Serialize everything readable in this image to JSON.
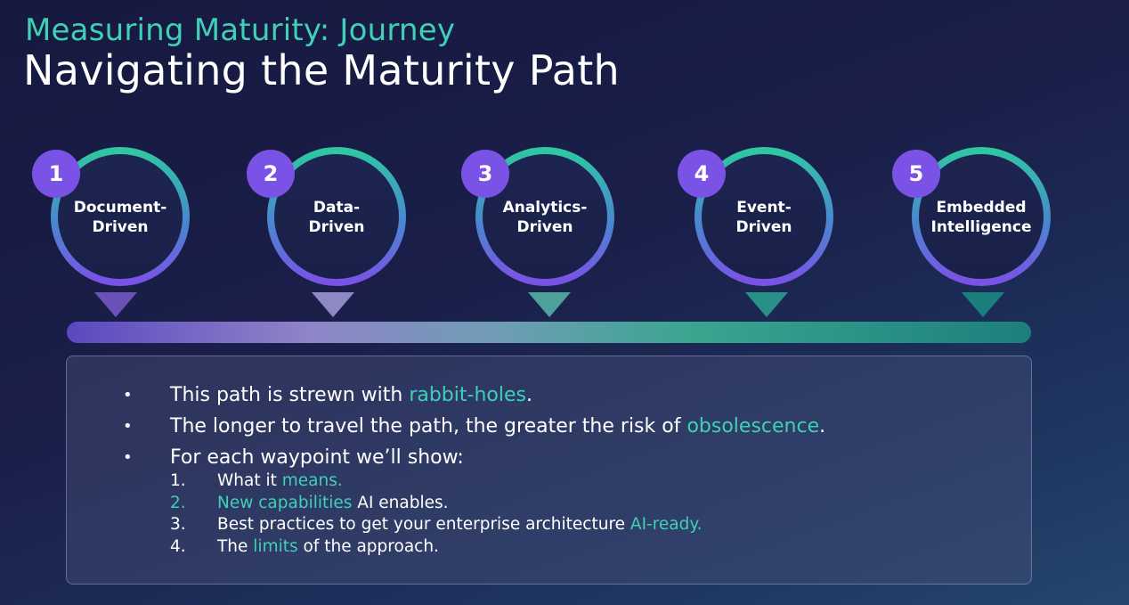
{
  "header": {
    "subtitle": "Measuring Maturity: Journey",
    "title": "Navigating the Maturity Path"
  },
  "stages": [
    {
      "number": "1",
      "label_line1": "Document-",
      "label_line2": "Driven"
    },
    {
      "number": "2",
      "label_line1": "Data-",
      "label_line2": "Driven"
    },
    {
      "number": "3",
      "label_line1": "Analytics-",
      "label_line2": "Driven"
    },
    {
      "number": "4",
      "label_line1": "Event-",
      "label_line2": "Driven"
    },
    {
      "number": "5",
      "label_line1": "Embedded",
      "label_line2": "Intelligence"
    }
  ],
  "bullets": [
    {
      "marker": "•",
      "pre": "This path is strewn with ",
      "accent": "rabbit-holes",
      "post": "."
    },
    {
      "marker": "•",
      "pre": "The longer to travel the path, the greater the risk of ",
      "accent": "obsolescence",
      "post": "."
    },
    {
      "marker": "•",
      "pre": "For each waypoint we’ll show:",
      "accent": "",
      "post": ""
    }
  ],
  "numbered": [
    {
      "n": "1.",
      "pre": "What it ",
      "accent": "means.",
      "post": ""
    },
    {
      "n": "2.",
      "pre": "",
      "accent": "New capabilities",
      "post": " AI enables."
    },
    {
      "n": "3.",
      "pre": "Best practices to get your enterprise architecture ",
      "accent": "AI-ready.",
      "post": ""
    },
    {
      "n": "4.",
      "pre": "The ",
      "accent": "limits",
      "post": " of the approach."
    }
  ],
  "colors": {
    "accent": "#3fd0b7",
    "background": "#16193f",
    "badge": "#7a52e6",
    "ring_top": "#2fc7a3",
    "ring_bottom": "#7a52e6"
  },
  "icons": [
    "chevron-down-icon"
  ]
}
